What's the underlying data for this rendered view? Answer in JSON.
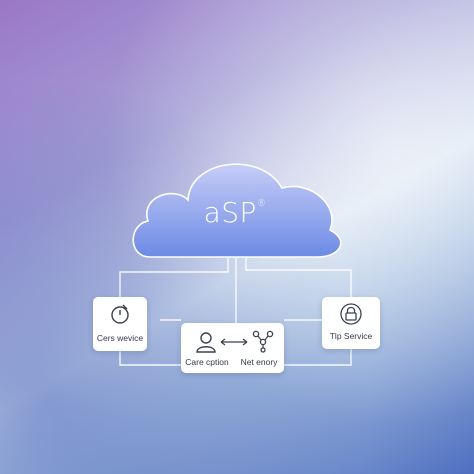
{
  "cloud": {
    "label": "aSP",
    "superscript": "®",
    "icon": "cloud-icon"
  },
  "nodes": {
    "left": {
      "label": "Cers wevice",
      "icon": "clock-icon"
    },
    "center": {
      "label_left": "Care cption",
      "label_right": "Net enory",
      "icon_left": "user-icon",
      "icon_link": "double-arrow-icon",
      "icon_right": "network-icon"
    },
    "right": {
      "label": "Tlp Service",
      "icon": "lock-icon"
    }
  },
  "colors": {
    "cloud_top": "#b9c3f5",
    "cloud_bottom": "#6f8de6",
    "connector": "#ffffff",
    "node_bg": "#ffffff",
    "icon_stroke": "#3a4150"
  }
}
